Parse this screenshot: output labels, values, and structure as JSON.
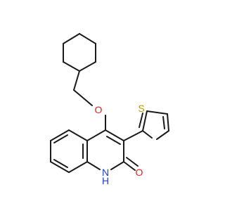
{
  "molecule": {
    "atom_labels": {
      "oxygen_ether": "O",
      "sulfur": "S",
      "nitrogen": "N",
      "hydrogen_on_nitrogen": "H",
      "oxygen_carbonyl": "O"
    },
    "colors": {
      "bond": "#1a1a1a",
      "oxygen": "#e0201b",
      "sulfur": "#b59a00",
      "nitrogen": "#2040d0"
    }
  }
}
